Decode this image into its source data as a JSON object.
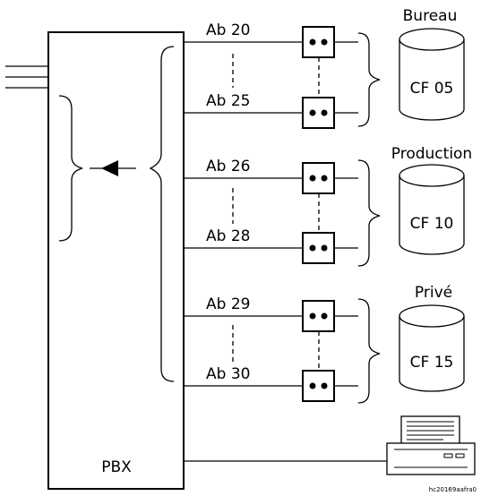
{
  "pbx": {
    "label": "PBX"
  },
  "groups": [
    {
      "name": "Bureau",
      "conference": "CF 05",
      "lines": [
        "Ab 20",
        "Ab 25"
      ]
    },
    {
      "name": "Production",
      "conference": "CF 10",
      "lines": [
        "Ab 26",
        "Ab 28"
      ]
    },
    {
      "name": "Privé",
      "conference": "CF 15",
      "lines": [
        "Ab 29",
        "Ab 30"
      ]
    }
  ],
  "image_code": "hc20169aafra0"
}
